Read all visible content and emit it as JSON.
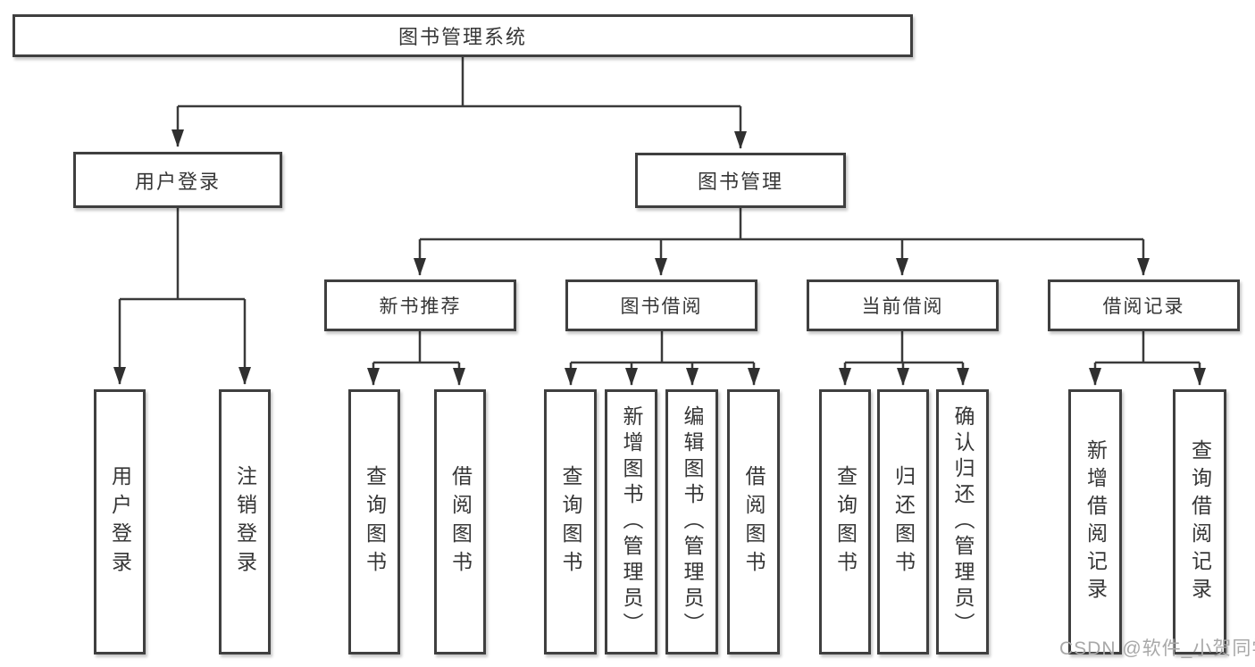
{
  "tree": {
    "root": {
      "label": "图书管理系统"
    },
    "user_login": {
      "label": "用户登录",
      "children": [
        {
          "label": "用户登录"
        },
        {
          "label": "注销登录"
        }
      ]
    },
    "book_management": {
      "label": "图书管理",
      "sections": [
        {
          "label": "新书推荐",
          "children": [
            {
              "label": "查询图书"
            },
            {
              "label": "借阅图书"
            }
          ]
        },
        {
          "label": "图书借阅",
          "children": [
            {
              "label": "查询图书"
            },
            {
              "label": "新增图书（管理员）"
            },
            {
              "label": "编辑图书（管理员）"
            },
            {
              "label": "借阅图书"
            }
          ]
        },
        {
          "label": "当前借阅",
          "children": [
            {
              "label": "查询图书"
            },
            {
              "label": "归还图书"
            },
            {
              "label": "确认归还（管理员）"
            }
          ]
        },
        {
          "label": "借阅记录",
          "children": [
            {
              "label": "新增借阅记录"
            },
            {
              "label": "查询借阅记录"
            }
          ]
        }
      ]
    }
  },
  "watermark": {
    "text": "CSDN @软件_小贺同学"
  },
  "colors": {
    "line": "#3a3a3a",
    "border": "#3f3f3f",
    "text": "#363636",
    "background": "#ffffff",
    "watermark": "#a8a8a8"
  }
}
